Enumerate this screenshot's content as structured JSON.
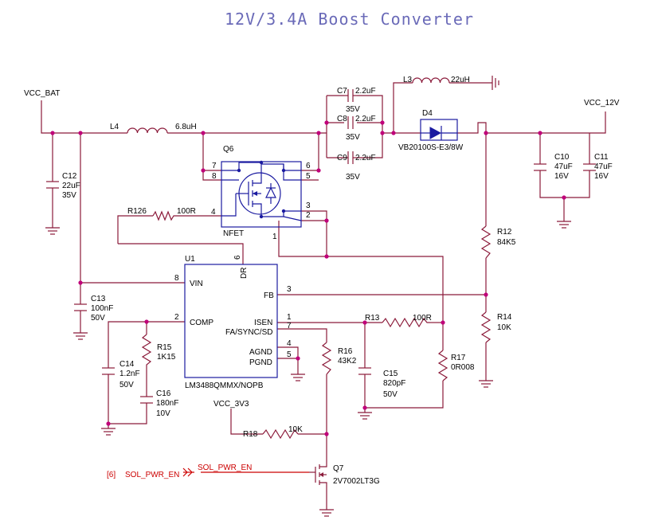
{
  "title": "12V/3.4A Boost Converter",
  "nets": {
    "vcc_bat": "VCC_BAT",
    "vcc_12v": "VCC_12V",
    "vcc_3v3": "VCC_3V3",
    "sol_pwr_en": "SOL_PWR_EN",
    "sol_pwr_en_port": "SOL_PWR_EN",
    "sheet_ref": "[6]"
  },
  "components": {
    "l4": {
      "ref": "L4",
      "value": "6.8uH"
    },
    "l3": {
      "ref": "L3",
      "value": "22uH"
    },
    "c12": {
      "ref": "C12",
      "value": "22uF",
      "rating": "35V"
    },
    "c7": {
      "ref": "C7",
      "value": "2.2uF",
      "rating": "35V"
    },
    "c8": {
      "ref": "C8",
      "value": "2.2uF",
      "rating": "35V"
    },
    "c9": {
      "ref": "C9",
      "value": "2.2uF",
      "rating": "35V"
    },
    "d4": {
      "ref": "D4",
      "value": "VB20100S-E3/8W"
    },
    "c10": {
      "ref": "C10",
      "value": "47uF",
      "rating": "16V"
    },
    "c11": {
      "ref": "C11",
      "value": "47uF",
      "rating": "16V"
    },
    "q6": {
      "ref": "Q6",
      "type": "NFET"
    },
    "r126": {
      "ref": "R126",
      "value": "100R"
    },
    "r12": {
      "ref": "R12",
      "value": "84K5"
    },
    "r14": {
      "ref": "R14",
      "value": "10K"
    },
    "u1": {
      "ref": "U1",
      "part": "LM3488QMMX/NOPB"
    },
    "c13": {
      "ref": "C13",
      "value": "100nF",
      "rating": "50V"
    },
    "r13": {
      "ref": "R13",
      "value": "100R"
    },
    "r15": {
      "ref": "R15",
      "value": "1K15"
    },
    "c14": {
      "ref": "C14",
      "value": "1.2nF",
      "rating": "50V"
    },
    "c16": {
      "ref": "C16",
      "value": "180nF",
      "rating": "10V"
    },
    "r16": {
      "ref": "R16",
      "value": "43K2"
    },
    "c15": {
      "ref": "C15",
      "value": "820pF",
      "rating": "50V"
    },
    "r17": {
      "ref": "R17",
      "value": "0R008"
    },
    "r18": {
      "ref": "R18",
      "value": "10K"
    },
    "q7": {
      "ref": "Q7",
      "value": "2V7002LT3G"
    }
  },
  "u1_pins": {
    "vin": "VIN",
    "dr": "DR",
    "fb": "FB",
    "comp": "COMP",
    "isen": "ISEN",
    "fa": "FA/SYNC/SD",
    "agnd": "AGND",
    "pgnd": "PGND",
    "n_vin": "8",
    "n_dr": "6",
    "n_fb": "3",
    "n_comp": "2",
    "n_isen": "1",
    "n_fa": "7",
    "n_agnd": "4",
    "n_pgnd": "5"
  },
  "q6_pins": {
    "p7": "7",
    "p8": "8",
    "p6": "6",
    "p5": "5",
    "p4": "4",
    "p3": "3",
    "p2": "2",
    "p1": "1"
  }
}
